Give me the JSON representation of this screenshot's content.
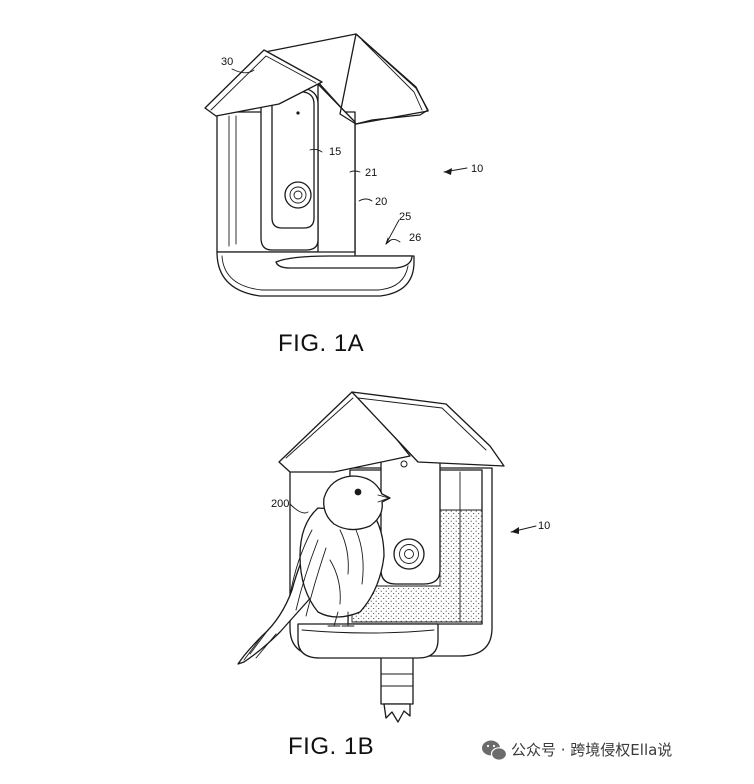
{
  "figures": [
    {
      "caption": "FIG. 1A",
      "labels": {
        "roof": "30",
        "camera": "15",
        "panel": "21",
        "housing": "20",
        "tray_area": "25",
        "tray_edge": "26",
        "device": "10"
      }
    },
    {
      "caption": "FIG. 1B",
      "labels": {
        "bird": "200",
        "device": "10"
      }
    }
  ],
  "watermark": {
    "icon": "wechat-icon",
    "text": "公众号 · 跨境侵权Ella说"
  }
}
